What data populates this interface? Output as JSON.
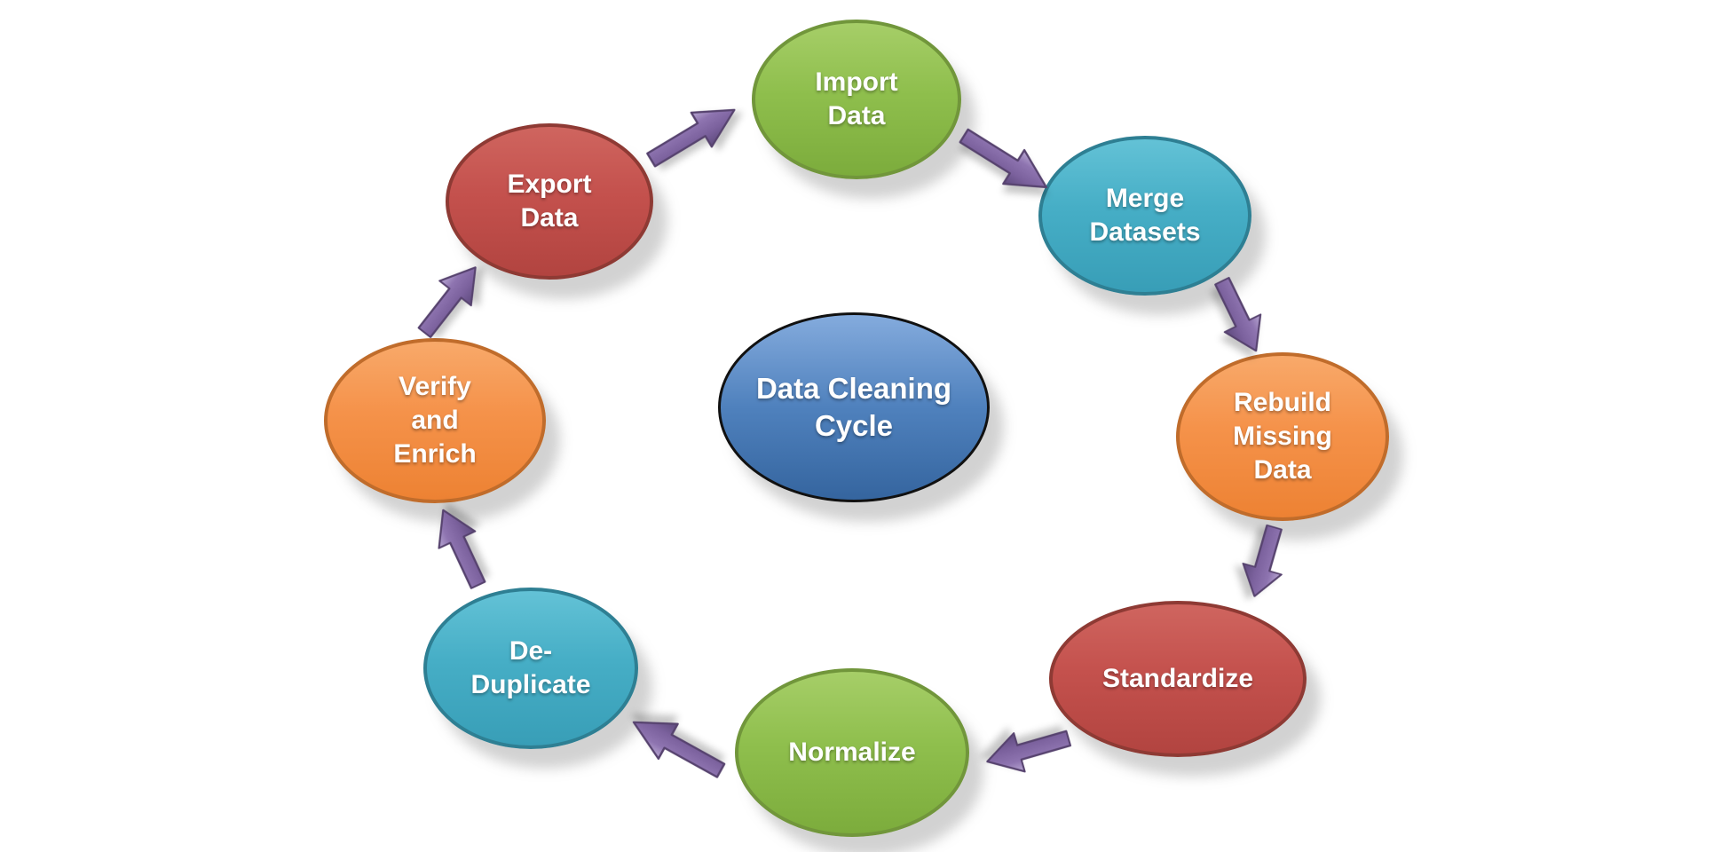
{
  "diagram": {
    "title": "Data Cleaning Cycle",
    "center_node": {
      "lines": [
        "Data Cleaning",
        "Cycle"
      ],
      "fill": "#4F81BD",
      "border_color": "#111111",
      "text_color": "#FFFFFF"
    },
    "nodes": [
      {
        "name": "import-data",
        "lines": [
          "Import",
          "Data"
        ],
        "fill": "#8FBF4D",
        "border_color": "#71963B"
      },
      {
        "name": "merge-datasets",
        "lines": [
          "Merge",
          "Datasets"
        ],
        "fill": "#46AEC6",
        "border_color": "#2E7F93"
      },
      {
        "name": "rebuild-missing-data",
        "lines": [
          "Rebuild",
          "Missing",
          "Data"
        ],
        "fill": "#F5924A",
        "border_color": "#C06C2B"
      },
      {
        "name": "standardize",
        "lines": [
          "Standardize"
        ],
        "fill": "#C4514D",
        "border_color": "#8E3A34"
      },
      {
        "name": "normalize",
        "lines": [
          "Normalize"
        ],
        "fill": "#8FBF4D",
        "border_color": "#71963B"
      },
      {
        "name": "de-duplicate",
        "lines": [
          "De-",
          "Duplicate"
        ],
        "fill": "#46AEC6",
        "border_color": "#2E7F93"
      },
      {
        "name": "verify-and-enrich",
        "lines": [
          "Verify",
          "and",
          "Enrich"
        ],
        "fill": "#F5924A",
        "border_color": "#C06C2B"
      },
      {
        "name": "export-data",
        "lines": [
          "Export",
          "Data"
        ],
        "fill": "#C4514D",
        "border_color": "#8E3A34"
      }
    ],
    "arrows": [
      {
        "name": "arrow-export-data-to-import-data"
      },
      {
        "name": "arrow-import-data-to-merge-datasets"
      },
      {
        "name": "arrow-merge-datasets-to-rebuild-missing-data"
      },
      {
        "name": "arrow-rebuild-missing-data-to-standardize"
      },
      {
        "name": "arrow-standardize-to-normalize"
      },
      {
        "name": "arrow-normalize-to-de-duplicate"
      },
      {
        "name": "arrow-de-duplicate-to-verify-and-enrich"
      },
      {
        "name": "arrow-verify-and-enrich-to-export-data"
      }
    ],
    "arrow_color": "#8064A2",
    "text_color": "#FFFFFF",
    "background_color": "#FFFFFF"
  }
}
